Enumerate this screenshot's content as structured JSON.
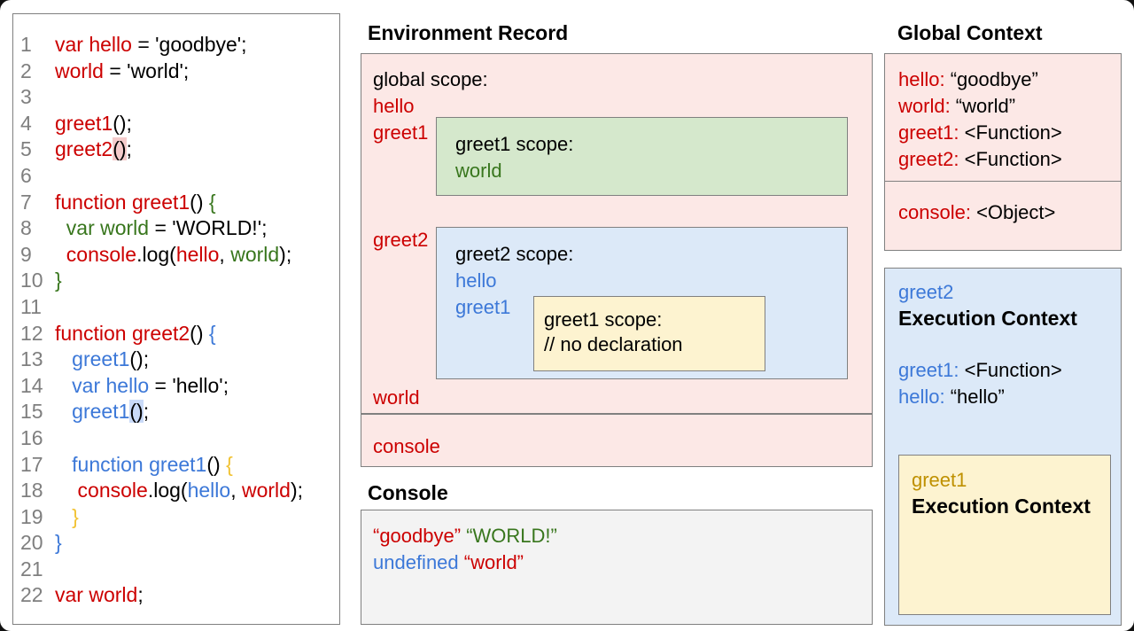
{
  "colors": {
    "red_text": "#cc0000",
    "green_text": "#38761d",
    "blue_text": "#3c78d8",
    "gold_text": "#bf9000",
    "code_brace_gold": "#f1c232",
    "pink_bg": "#fce8e6",
    "green_bg": "#d5e8cc",
    "blue_bg": "#dce9f8",
    "yellow_bg": "#fdf3d0",
    "gray_bg": "#f3f3f3",
    "border_gray": "#808080"
  },
  "code_panel": {
    "lines": [
      {
        "num": "1",
        "segments": [
          {
            "t": "var hello",
            "c": "r"
          },
          {
            "t": " = 'goodbye';",
            "c": "k"
          }
        ]
      },
      {
        "num": "2",
        "segments": [
          {
            "t": "world",
            "c": "r"
          },
          {
            "t": " = 'world';",
            "c": "k"
          }
        ]
      },
      {
        "num": "3",
        "segments": []
      },
      {
        "num": "4",
        "segments": [
          {
            "t": "greet1",
            "c": "r"
          },
          {
            "t": "();",
            "c": "k"
          }
        ]
      },
      {
        "num": "5",
        "segments": [
          {
            "t": "greet2",
            "c": "r"
          },
          {
            "t": "()",
            "c": "hlr"
          },
          {
            "t": ";",
            "c": "k"
          }
        ]
      },
      {
        "num": "6",
        "segments": []
      },
      {
        "num": "7",
        "segments": [
          {
            "t": "function greet1",
            "c": "r"
          },
          {
            "t": "() ",
            "c": "k"
          },
          {
            "t": "{",
            "c": "g"
          }
        ]
      },
      {
        "num": "8",
        "segments": [
          {
            "t": "  var world",
            "c": "g"
          },
          {
            "t": " = 'WORLD!';",
            "c": "k"
          }
        ]
      },
      {
        "num": "9",
        "segments": [
          {
            "t": "  console",
            "c": "r"
          },
          {
            "t": ".log(",
            "c": "k"
          },
          {
            "t": "hello",
            "c": "r"
          },
          {
            "t": ", ",
            "c": "k"
          },
          {
            "t": "world",
            "c": "g"
          },
          {
            "t": ");",
            "c": "k"
          }
        ]
      },
      {
        "num": "10",
        "segments": [
          {
            "t": "}",
            "c": "g"
          }
        ]
      },
      {
        "num": "11",
        "segments": []
      },
      {
        "num": "12",
        "segments": [
          {
            "t": "function greet2",
            "c": "r"
          },
          {
            "t": "() ",
            "c": "k"
          },
          {
            "t": "{",
            "c": "b"
          }
        ]
      },
      {
        "num": "13",
        "segments": [
          {
            "t": "   greet1",
            "c": "b"
          },
          {
            "t": "();",
            "c": "k"
          }
        ]
      },
      {
        "num": "14",
        "segments": [
          {
            "t": "   var hello",
            "c": "b"
          },
          {
            "t": " = 'hello';",
            "c": "k"
          }
        ]
      },
      {
        "num": "15",
        "segments": [
          {
            "t": "   greet1",
            "c": "b"
          },
          {
            "t": "()",
            "c": "hlb"
          },
          {
            "t": ";",
            "c": "k"
          }
        ]
      },
      {
        "num": "16",
        "segments": []
      },
      {
        "num": "17",
        "segments": [
          {
            "t": "   function greet1",
            "c": "b"
          },
          {
            "t": "() ",
            "c": "k"
          },
          {
            "t": "{",
            "c": "cb"
          }
        ]
      },
      {
        "num": "18",
        "segments": [
          {
            "t": "    console",
            "c": "r"
          },
          {
            "t": ".log(",
            "c": "k"
          },
          {
            "t": "hello",
            "c": "b"
          },
          {
            "t": ", ",
            "c": "k"
          },
          {
            "t": "world",
            "c": "r"
          },
          {
            "t": ");",
            "c": "k"
          }
        ]
      },
      {
        "num": "19",
        "segments": [
          {
            "t": "   }",
            "c": "cb"
          }
        ]
      },
      {
        "num": "20",
        "segments": [
          {
            "t": "}",
            "c": "b"
          }
        ]
      },
      {
        "num": "21",
        "segments": []
      },
      {
        "num": "22",
        "segments": [
          {
            "t": "var world",
            "c": "r"
          },
          {
            "t": ";",
            "c": "k"
          }
        ]
      }
    ]
  },
  "environment_record": {
    "title": "Environment Record",
    "global_scope": {
      "label": "global scope:",
      "var_hello": "hello",
      "var_greet1": "greet1",
      "var_greet2": "greet2",
      "var_world": "world"
    },
    "greet1_scope": {
      "label": "greet1 scope:",
      "var_world": "world"
    },
    "greet2_scope": {
      "label": "greet2 scope:",
      "var_hello": "hello",
      "var_greet1": "greet1"
    },
    "inner_greet1_scope": {
      "label": "greet1 scope:",
      "comment": "// no declaration"
    },
    "console_row": {
      "var_console": "console"
    }
  },
  "console_panel": {
    "title": "Console",
    "lines": [
      [
        {
          "t": "“goodbye”",
          "c": "r"
        },
        {
          "t": " ",
          "c": "k"
        },
        {
          "t": "“WORLD!”",
          "c": "g"
        }
      ],
      [
        {
          "t": "undefined",
          "c": "b"
        },
        {
          "t": " ",
          "c": "k"
        },
        {
          "t": "“world”",
          "c": "r"
        }
      ]
    ]
  },
  "global_context": {
    "title": "Global Context",
    "entries": [
      [
        {
          "t": "hello:",
          "c": "r"
        },
        {
          "t": " “goodbye”",
          "c": "k"
        }
      ],
      [
        {
          "t": "world:",
          "c": "r"
        },
        {
          "t": " “world”",
          "c": "k"
        }
      ],
      [
        {
          "t": "greet1:",
          "c": "r"
        },
        {
          "t": " <Function>",
          "c": "k"
        }
      ],
      [
        {
          "t": "greet2:",
          "c": "r"
        },
        {
          "t": " <Function>",
          "c": "k"
        }
      ]
    ],
    "console_entry": [
      {
        "t": "console:",
        "c": "r"
      },
      {
        "t": " <Object>",
        "c": "k"
      }
    ]
  },
  "greet2_execution_context": {
    "name": "greet2",
    "title": "Execution Context",
    "entries": [
      [
        {
          "t": "greet1:",
          "c": "b"
        },
        {
          "t": " <Function>",
          "c": "k"
        }
      ],
      [
        {
          "t": "hello:",
          "c": "b"
        },
        {
          "t": " “hello”",
          "c": "k"
        }
      ]
    ],
    "greet1_execution_context": {
      "name": "greet1",
      "title": "Execution Context"
    }
  }
}
